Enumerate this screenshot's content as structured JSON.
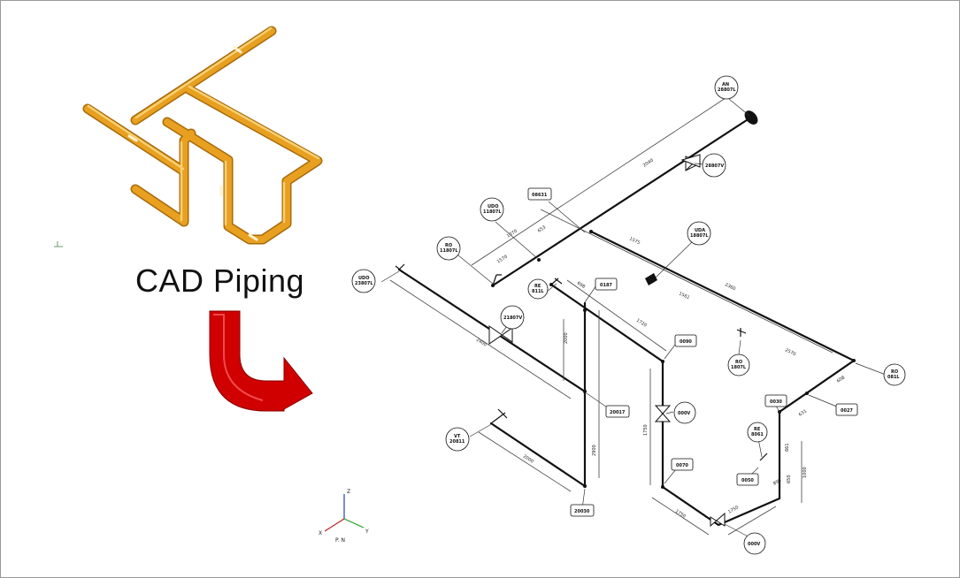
{
  "title": "CAD Piping",
  "colors": {
    "pipe": "#e8a020",
    "pipe_edge": "#a86a0a",
    "arrow": "#d00000",
    "line": "#111111"
  },
  "icons": [
    "pipe-3d-model-icon",
    "curved-arrow-icon",
    "isometric-drawing-icon",
    "axis-triad-icon"
  ],
  "labels": {
    "an": "AN",
    "an_sub": "28807L",
    "v1": "28807V",
    "tag_top": "08631",
    "udo": "UDO",
    "udo_sub": "11807L",
    "ro_left": "RO",
    "ro_left_sub": "11807L",
    "uda": "UDA",
    "uda_sub": "18807L",
    "udo_left": "UDO",
    "udo_left_sub": "23807L",
    "re": "RE",
    "re_sub": "811L",
    "tag_mid": "0187",
    "v2": "21807V",
    "tag_0090": "0090",
    "ro_mid": "RO",
    "ro_mid_sub": "1807L",
    "ro_right": "RO",
    "ro_right_sub": "081L",
    "tag_0027": "0027",
    "tag_0030": "0030",
    "re_right": "RE",
    "re_right_sub": "8061",
    "tag_20017": "20017",
    "v3": "000V",
    "vt": "VT",
    "vt_sub": "20811",
    "tag_0070": "0070",
    "tag_0050": "0050",
    "tag_20030": "20030",
    "v4": "000V"
  },
  "dimensions": {
    "d1": "2040",
    "d2": "1070",
    "d3": "653",
    "d4": "1570",
    "d5": "1575",
    "d6": "2360",
    "d7": "1561",
    "d8": "2570",
    "d9": "608",
    "d10": "698",
    "d11": "1720",
    "d12": "2000",
    "d13": "2400",
    "d14": "1750",
    "d15": "2900",
    "d16": "2000",
    "d17": "1750",
    "d18": "1750",
    "d19": "631",
    "d20": "650",
    "d21": "1000",
    "d22": "661",
    "d23": "899"
  },
  "axis": {
    "z": "Z",
    "x": "X",
    "y": "Y",
    "pn": "P. N"
  }
}
